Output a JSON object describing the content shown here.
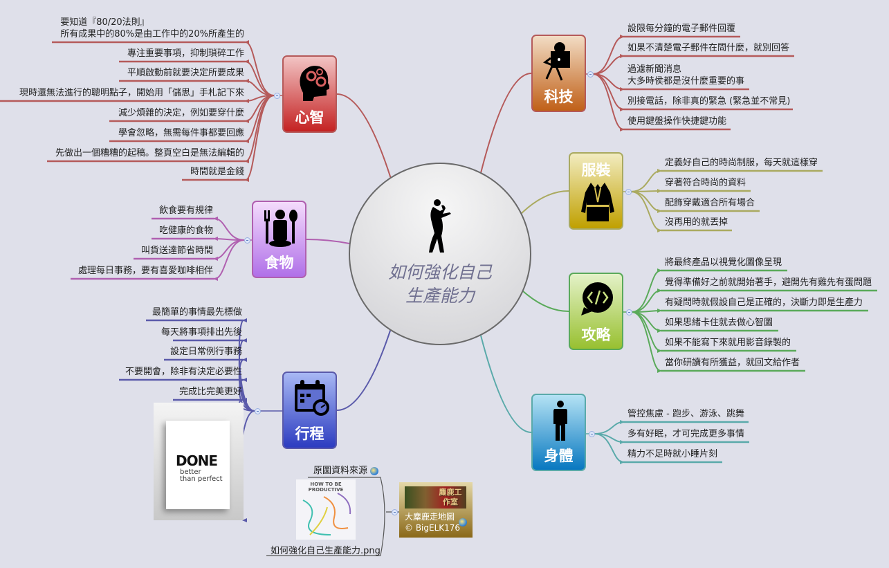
{
  "center": {
    "title": "如何強化自己\n生產能力",
    "icon": "bodybuilder-silhouette-icon"
  },
  "topics": [
    {
      "id": "mind",
      "label": "心智",
      "icon": "head-gears-icon",
      "color": "#b55a5a",
      "gradient": [
        "#f2c4c4",
        "#c42222"
      ],
      "items": [
        "要知道『80/20法則』\n所有成果中的80%是由工作中的20%所產生的",
        "專注重要事項，抑制瑣碎工作",
        "平順啟動前就要決定所要成果",
        "現時還無法進行的聰明點子，開始用「儲思」手札記下來",
        "減少煩雜的決定，例如要穿什麼",
        "學會忽略，無需每件事都要回應",
        "先做出一個糟糟的起稿。整頁空白是無法編輯的",
        "時間就是金錢"
      ]
    },
    {
      "id": "food",
      "label": "食物",
      "icon": "fork-spoon-person-icon",
      "color": "#b060b0",
      "gradient": [
        "#f4dcfc",
        "#b070e8"
      ],
      "items": [
        "飲食要有規律",
        "吃健康的食物",
        "叫貨送達節省時間",
        "處理每日事務，要有喜愛咖啡相伴"
      ]
    },
    {
      "id": "schedule",
      "label": "行程",
      "icon": "calendar-clock-icon",
      "color": "#5a5aaa",
      "gradient": [
        "#a8b8f4",
        "#2c3cc0"
      ],
      "items": [
        "最簡單的事情最先標做",
        "每天將事項排出先後",
        "設定日常例行事務",
        "不要開會，除非有決定必要性",
        "完成比完美更好"
      ],
      "poster": {
        "word": "DONE",
        "sub": "better\nthan perfect"
      }
    },
    {
      "id": "tech",
      "label": "科技",
      "icon": "person-laptop-icon",
      "color": "#b55a5a",
      "gradient": [
        "#f2dcc4",
        "#c06018"
      ],
      "items": [
        "設限每分鐘的電子郵件回覆",
        "如果不清楚電子郵件在問什麼，就別回答",
        "過濾新聞消息\n大多時侯都是沒什麼重要的事",
        "別接電話，除非真的緊急 (緊急並不常見)",
        "使用鍵盤操作快捷鍵功能"
      ]
    },
    {
      "id": "clothing",
      "label": "服裝",
      "icon": "coat-icon",
      "color": "#aaaa60",
      "gradient": [
        "#f2ecc0",
        "#c0a000"
      ],
      "items": [
        "定義好自己的時尚制服，每天就這樣穿",
        "穿著符合時尚的資料",
        "配飾穿戴適合所有場合",
        "沒再用的就丟掉"
      ]
    },
    {
      "id": "strategy",
      "label": "攻略",
      "icon": "code-speech-bubble-icon",
      "color": "#5aaa5a",
      "gradient": [
        "#e4f2c8",
        "#98c030"
      ],
      "items": [
        "將最終產品以視覺化圖像呈現",
        "覺得準備好之前就開始著手，避開先有雞先有蛋問題",
        "有疑問時就假設自己是正確的，決斷力即是生產力",
        "如果思緒卡住就去做心智圖",
        "如果不能寫下來就用影音錄製的",
        "當你研讀有所獲益，就回文給作者"
      ]
    },
    {
      "id": "body",
      "label": "身體",
      "icon": "standing-person-icon",
      "color": "#5aaaaa",
      "gradient": [
        "#b4e2f4",
        "#0878c0"
      ],
      "items": [
        "管控焦慮 - 跑步、游泳、跳舞",
        "多有好眠，才可完成更多事情",
        "精力不足時就小睡片刻"
      ]
    }
  ],
  "source": {
    "label": "原圖資料來源",
    "filename": "如何強化自己生產能力.png",
    "thumbnail_title": "HOW TO BE\nPRODUCTIVE",
    "link_icon": "globe-link-icon",
    "badge_text": "大麋鹿走地圖\n © BigELK176",
    "badge_image_text": "麋鹿工作室"
  }
}
